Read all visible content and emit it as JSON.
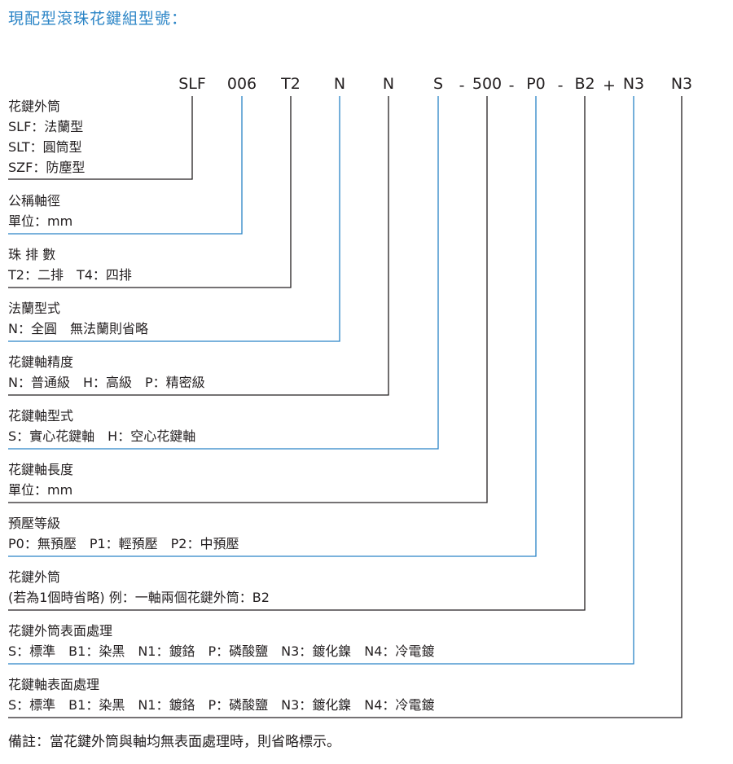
{
  "title": "現配型滾珠花鍵組型號：",
  "colors": {
    "accent": "#2a84c6",
    "dark_line": "#231f20",
    "blue_line": "#2a84c6"
  },
  "code": {
    "parts": [
      "SLF",
      "006",
      "T2",
      "N",
      "N",
      "S",
      "500",
      "P0",
      "B2",
      "N3",
      "N3"
    ],
    "sep1": "-",
    "sep2": "-",
    "sep3": "-",
    "plus": "+"
  },
  "blocks": [
    {
      "title": "花鍵外筒",
      "lines": [
        "SLF：法蘭型",
        "SLT：圓筒型",
        "SZF：防塵型"
      ],
      "line_color": "dark"
    },
    {
      "title": "公稱軸徑",
      "lines": [
        "單位：mm"
      ],
      "line_color": "blue"
    },
    {
      "title": "珠 排 數",
      "lines": [
        "T2：二排　T4：四排"
      ],
      "line_color": "dark"
    },
    {
      "title": "法蘭型式",
      "lines": [
        "N：全圓　無法蘭則省略"
      ],
      "line_color": "blue"
    },
    {
      "title": "花鍵軸精度",
      "lines": [
        "N：普通級　H：高級　P：精密級"
      ],
      "line_color": "dark"
    },
    {
      "title": "花鍵軸型式",
      "lines": [
        "S：實心花鍵軸　H：空心花鍵軸"
      ],
      "line_color": "blue"
    },
    {
      "title": "花鍵軸長度",
      "lines": [
        "單位：mm"
      ],
      "line_color": "dark"
    },
    {
      "title": "預壓等級",
      "lines": [
        "P0：無預壓　P1：輕預壓　P2：中預壓"
      ],
      "line_color": "blue"
    },
    {
      "title": "花鍵外筒",
      "lines": [
        "(若為1個時省略) 例：一軸兩個花鍵外筒：B2"
      ],
      "line_color": "dark"
    },
    {
      "title": "花鍵外筒表面處理",
      "lines": [
        "S：標準　B1：染黑　N1：鍍鉻　P：磷酸鹽　N3：鍍化鎳　N4：冷電鍍"
      ],
      "line_color": "blue"
    },
    {
      "title": "花鍵軸表面處理",
      "lines": [
        "S：標準　B1：染黑　N1：鍍鉻　P：磷酸鹽　N3：鍍化鎳　N4：冷電鍍"
      ],
      "line_color": "dark"
    }
  ],
  "footnote": "備註：當花鍵外筒與軸均無表面處理時，則省略標示。"
}
